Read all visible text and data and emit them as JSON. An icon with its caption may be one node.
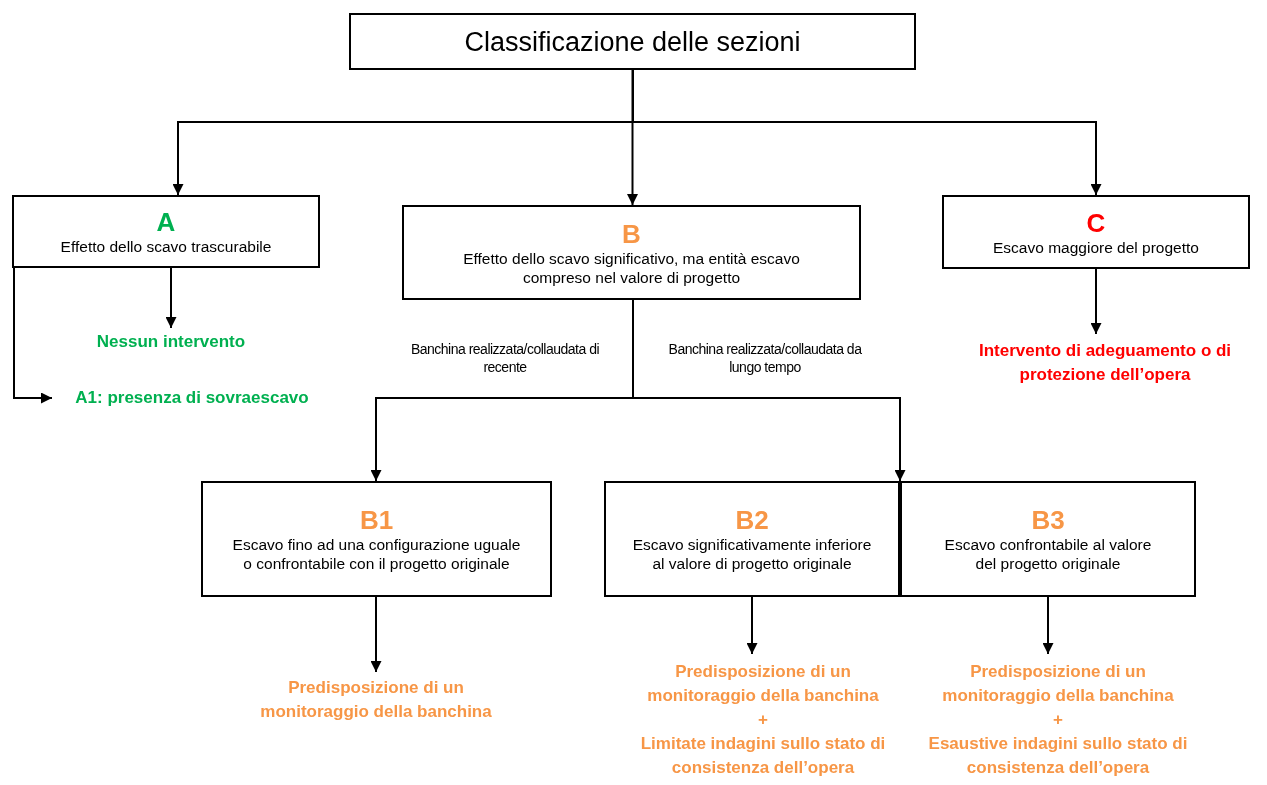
{
  "diagram": {
    "nodes": [
      {
        "text": [
          "Classificazione delle sezioni"
        ]
      },
      {
        "text": [
          "A",
          "Effetto dello scavo trascurabile"
        ]
      },
      {
        "text": [
          "B",
          "Effetto dello scavo significativo, ma entità escavo compreso nel valore di progetto"
        ]
      },
      {
        "text": [
          "C",
          "Escavo maggiore del progetto"
        ]
      },
      {
        "text": [
          "Nessun intervento"
        ]
      },
      {
        "text": [
          "A1: presenza di sovraescavo"
        ]
      },
      {
        "text": [
          "Intervento di adeguamento o di protezione dell’opera"
        ]
      },
      {
        "text": [
          "B1",
          "Escavo fino ad una configurazione uguale o confrontabile con il progetto originale"
        ]
      },
      {
        "text": [
          "B2",
          "Escavo significativamente inferiore al valore di progetto originale"
        ]
      },
      {
        "text": [
          "B3",
          "Escavo confrontabile al valore del progetto originale"
        ]
      },
      {
        "text": [
          "Predisposizione di un monitoraggio della banchina"
        ]
      },
      {
        "text": [
          "Predisposizione di un monitoraggio della banchina",
          "+",
          "Limitate indagini sullo stato di consistenza dell’opera"
        ]
      },
      {
        "text": [
          "Predisposizione di un monitoraggio della banchina",
          "+",
          "Esaustive indagini sullo stato di consistenza dell’opera"
        ]
      }
    ],
    "edges": [
      {
        "from": 0,
        "to": 1,
        "arrow": "to"
      },
      {
        "from": 0,
        "to": 2,
        "arrow": "to"
      },
      {
        "from": 0,
        "to": 3,
        "arrow": "to"
      },
      {
        "from": 1,
        "to": 4,
        "arrow": "to"
      },
      {
        "from": 1,
        "to": 5,
        "arrow": "to"
      },
      {
        "from": 3,
        "to": 6,
        "arrow": "to"
      },
      {
        "from": 2,
        "to": 7,
        "arrow": "to",
        "label": "Banchina realizzata/collaudata di recente"
      },
      {
        "from": 2,
        "to": 8,
        "arrow": "to",
        "label": "Banchina realizzata/collaudata da lungo tempo"
      },
      {
        "from": 7,
        "to": 10,
        "arrow": "to"
      },
      {
        "from": 8,
        "to": 11,
        "arrow": "to"
      },
      {
        "from": 9,
        "to": 12,
        "arrow": "to"
      }
    ]
  }
}
